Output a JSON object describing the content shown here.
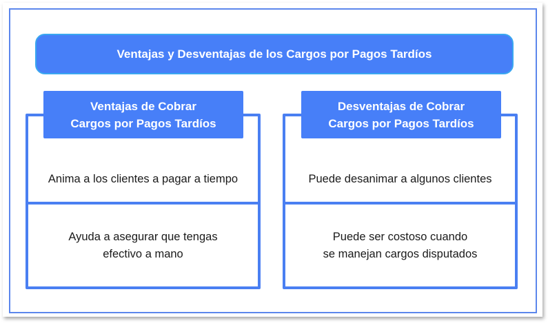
{
  "title": "Ventajas y Desventajas de los Cargos por Pagos Tardíos",
  "colors": {
    "accent_blue": "#477ff8",
    "title_border": "#3aa7f0",
    "box_border": "#4a7ff2",
    "outer_border": "#5b86ec",
    "text_dark": "#1a1a1a",
    "text_light": "#ffffff"
  },
  "columns": [
    {
      "header_line1": "Ventajas de Cobrar",
      "header_line2": "Cargos por Pagos Tardíos",
      "items": [
        {
          "line1": "Anima a los clientes a pagar a tiempo",
          "line2": ""
        },
        {
          "line1": "Ayuda a asegurar que tengas",
          "line2": "efectivo a mano"
        }
      ]
    },
    {
      "header_line1": "Desventajas de Cobrar",
      "header_line2": "Cargos por Pagos Tardíos",
      "items": [
        {
          "line1": "Puede desanimar a algunos clientes",
          "line2": ""
        },
        {
          "line1": "Puede ser costoso cuando",
          "line2": "se manejan cargos disputados"
        }
      ]
    }
  ]
}
